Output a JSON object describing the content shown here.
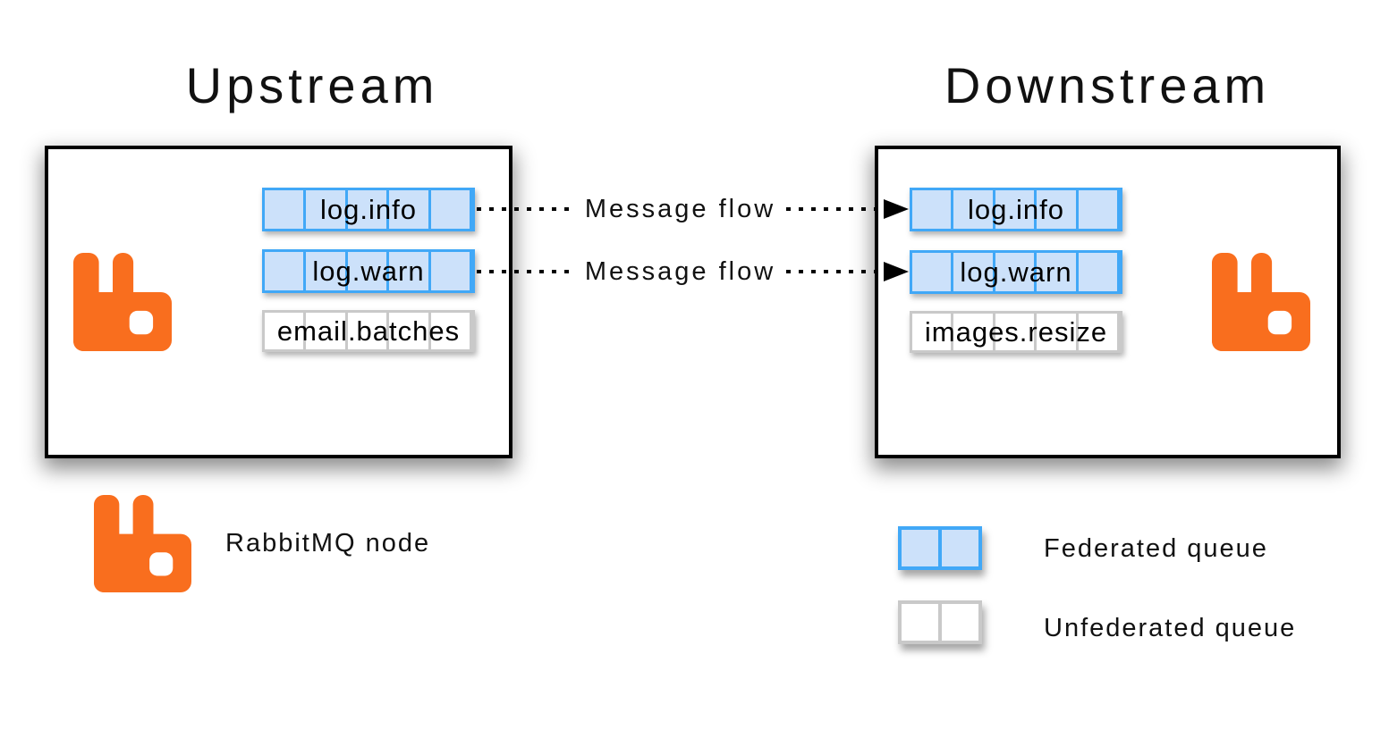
{
  "diagram": {
    "upstream": {
      "title": "Upstream",
      "node_icon": "rabbitmq-logo",
      "queues": [
        {
          "label": "log.info",
          "type": "federated"
        },
        {
          "label": "log.warn",
          "type": "federated"
        },
        {
          "label": "email.batches",
          "type": "unfederated"
        }
      ]
    },
    "downstream": {
      "title": "Downstream",
      "node_icon": "rabbitmq-logo",
      "queues": [
        {
          "label": "log.info",
          "type": "federated"
        },
        {
          "label": "log.warn",
          "type": "federated"
        },
        {
          "label": "images.resize",
          "type": "unfederated"
        }
      ]
    },
    "flows": [
      {
        "label": "Message flow",
        "from": "upstream log.info",
        "to": "downstream log.info"
      },
      {
        "label": "Message flow",
        "from": "upstream log.warn",
        "to": "downstream log.warn"
      }
    ],
    "legend": {
      "node": {
        "icon": "rabbitmq-logo",
        "label": "RabbitMQ node"
      },
      "federated": {
        "icon": "federated-queue-swatch",
        "label": "Federated queue"
      },
      "unfederated": {
        "icon": "unfederated-queue-swatch",
        "label": "Unfederated queue"
      }
    },
    "colors": {
      "federated_fill": "#CCE1FA",
      "federated_border": "#41A8F7",
      "unfederated_fill": "#FFFFFF",
      "unfederated_border": "#C9C9C9",
      "rabbit_orange": "#F96E1E",
      "line_black": "#000000"
    }
  }
}
